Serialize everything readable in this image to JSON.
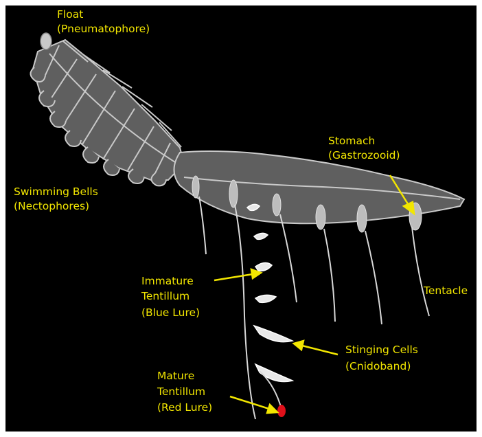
{
  "colors": {
    "background": "#000000",
    "frame": "#ffffff",
    "label": "#f2e600",
    "body_fill": "#5f5f5f",
    "body_stroke": "#c9c9c9",
    "organ_fill": "#bdbdbd",
    "lure_red": "#e0101a"
  },
  "labels": {
    "float": {
      "line1": "Float",
      "line2": "(Pneumatophore)"
    },
    "swimming_bells": {
      "line1": "Swimming Bells",
      "line2": "(Nectophores)"
    },
    "stomach": {
      "line1": "Stomach",
      "line2": "(Gastrozooid)"
    },
    "tentacle": {
      "line1": "Tentacle"
    },
    "immature": {
      "line1": "Immature",
      "line2": "Tentillum",
      "line3": "(Blue Lure)"
    },
    "stinging": {
      "line1": "Stinging Cells",
      "line2": "(Cnidoband)"
    },
    "mature": {
      "line1": "Mature",
      "line2": "Tentillum",
      "line3": "(Red Lure)"
    }
  }
}
